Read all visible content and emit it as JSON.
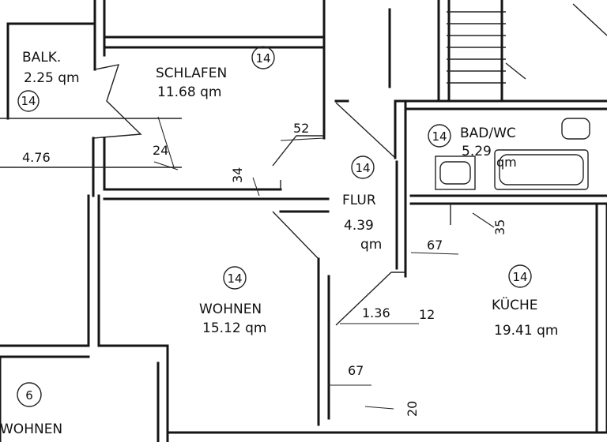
{
  "rooms": {
    "balkon": {
      "name": "BALK.",
      "area": "2.25 qm",
      "mark": "14"
    },
    "schlafen": {
      "name": "SCHLAFEN",
      "area": "11.68 qm",
      "mark": "14"
    },
    "bad": {
      "name": "BAD/WC",
      "area": "5.29",
      "area_unit": "qm",
      "mark": "14"
    },
    "flur": {
      "name": "FLUR",
      "area": "4.39",
      "area_unit": "qm",
      "mark": "14"
    },
    "wohnen": {
      "name": "WOHNEN",
      "area": "15.12 qm",
      "mark": "14"
    },
    "kueche": {
      "name": "KÜCHE",
      "area": "19.41 qm",
      "mark": "14"
    },
    "wohnen_neighbor": {
      "name": "WOHNEN",
      "mark": "6"
    }
  },
  "dimensions": {
    "d_476": "4.76",
    "d_24": "24",
    "d_52": "52",
    "d_34": "34",
    "d_35": "35",
    "d_67_top": "67",
    "d_136": "1.36",
    "d_12": "12",
    "d_67_bottom": "67",
    "d_20": "20"
  }
}
